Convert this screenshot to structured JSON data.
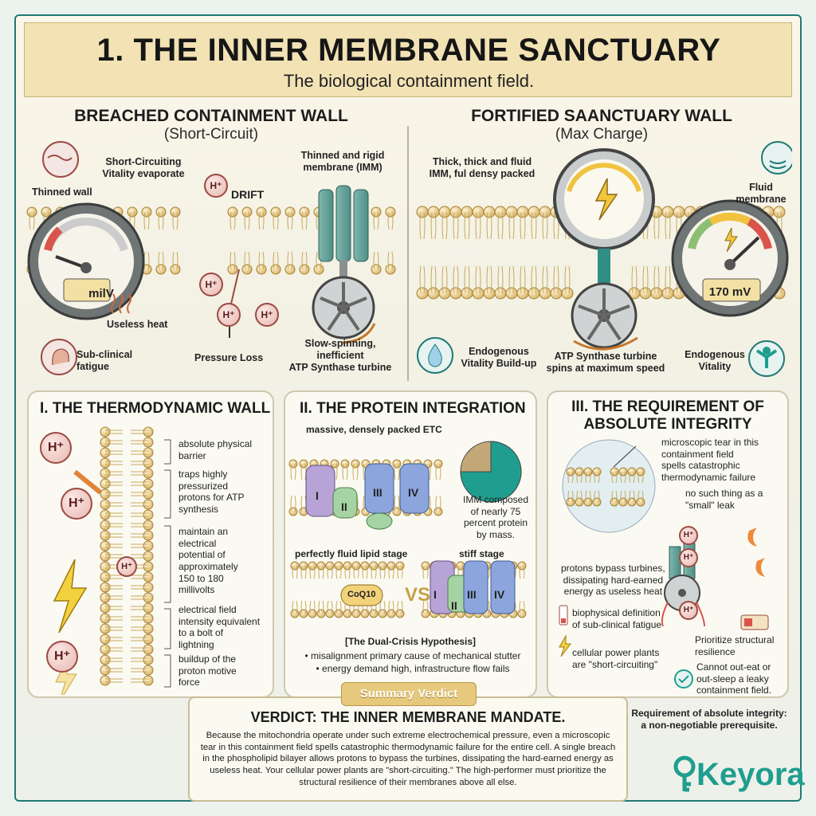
{
  "header": {
    "title": "1. THE INNER MEMBRANE SANCTUARY",
    "subtitle": "The biological containment field."
  },
  "left_top": {
    "heading": "BREACHED CONTAINMENT WALL",
    "sub": "(Short-Circuit)",
    "thinned_wall": "Thinned wall",
    "short_circuit": "Short-Circuiting\nVitality evaporate",
    "drift": "DRIFT",
    "thin_rigid": "Thinned and rigid\nmembrane (IMM)",
    "gauge_value": "milV",
    "useless_heat": "Useless heat",
    "pressure_loss": "Pressure Loss",
    "fatigue": "Sub-clinical\nfatigue",
    "slow_turbine": "Slow-spinning,\ninefficient\nATP Synthase turbine",
    "h_label": "H⁺"
  },
  "right_top": {
    "heading": "FORTIFIED SAANCTUARY WALL",
    "sub": "(Max Charge)",
    "thick": "Thick, thick and fluid\nIMM, ful densy packed",
    "fluid": "Fluid\nmembrane",
    "gauge_value": "170 mV",
    "build": "Endogenous\nVitality Build-up",
    "turbine": "ATP Synthase turbine\nspins at maximum speed",
    "vitality": "Endogenous\nVitality"
  },
  "panel1": {
    "title": "I. THE THERMODYNAMIC WALL",
    "notes": [
      "absolute physical\nbarrier",
      "traps highly\npressurized\nprotons for ATP\nsynthesis",
      "maintain an\nelectrical\npotential of\napproximately\n150 to 180\nmillivolts",
      "electrical field\nintensity equivalent\nto a bolt of\nlightning",
      "buildup of the\nproton motive\nforce"
    ]
  },
  "panel2": {
    "title": "II. THE PROTEIN INTEGRATION",
    "etc": "massive, densely packed ETC",
    "complexes": [
      "I",
      "II",
      "III",
      "IV"
    ],
    "pie_note": "IMM composed\nof nearly 75\npercent protein\nby mass.",
    "pie_protein_fraction": 0.75,
    "fluid_stage": "perfectly fluid lipid stage",
    "stiff_stage": "stiff stage",
    "coq": "CoQ10",
    "vs": "VS",
    "hypothesis": "[The Dual-Crisis Hypothesis]",
    "bullets": [
      "• misalignment primary cause of mechanical stutter",
      "• energy demand high, infrastructure flow fails"
    ]
  },
  "panel3": {
    "title": "III. THE REQUIREMENT OF\nABSOLUTE INTEGRITY",
    "tear": "microscopic tear in this\ncontainment field\nspells catastrophic\nthermodynamic failure",
    "leak": "no such thing as a\n\"small\" leak",
    "bypass": "protons bypass turbines,\ndissipating hard-earned\nenergy as useless heat",
    "definition": "biophysical definition\nof sub-clinical fatigue",
    "prioritize": "Prioritize structural\nresilience",
    "plants": "cellular power plants\nare \"short-circuiting\"",
    "cannot": "Cannot out-eat or\nout-sleep a leaky\ncontainment field.",
    "requirement": "Requirement of absolute integrity:\na non-negotiable prerequisite."
  },
  "verdict": {
    "tag": "Summary Verdict",
    "heading": "VERDICT: THE INNER MEMBRANE MANDATE.",
    "body": "Because the mitochondria operate under such extreme electrochemical pressure, even a microscopic tear in this containment field spells catastrophic thermodynamic failure for the entire cell. A single breach in the phospholipid bilayer allows protons to bypass the turbines, dissipating the hard-earned energy as useless heat. Your cellular power plants are \"short-circuiting.\" The high-performer must prioritize the structural resilience of their membranes above all else."
  },
  "brand": {
    "name": "Keyora"
  },
  "colors": {
    "teal": "#1f9e8f",
    "membrane": "#e8cf8f",
    "proton": "#9c4a44",
    "gold": "#f2c63a"
  }
}
